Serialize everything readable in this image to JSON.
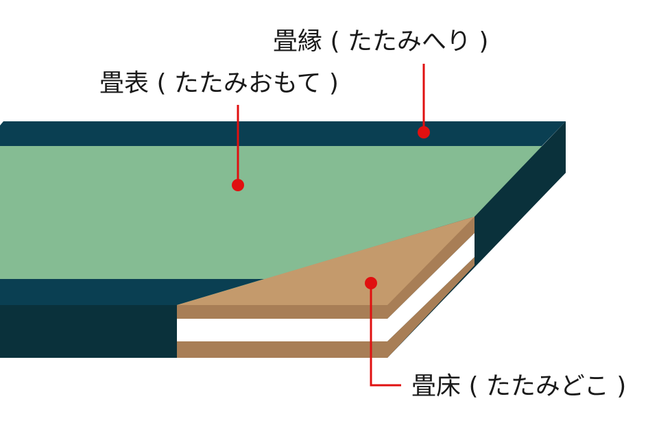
{
  "labels": {
    "heri": "畳縁 ( たたみへり )",
    "omote": "畳表 ( たたみおもて )",
    "doko": "畳床 ( たたみどこ )"
  },
  "colors": {
    "border": "#0a3f52",
    "border_side": "#0a313b",
    "omote": "#85bc93",
    "doko_top": "#c49a6c",
    "doko_layer": "#a87e56",
    "doko_core": "#ffffff",
    "leader": "#e01010",
    "text": "#1a1a1a"
  }
}
